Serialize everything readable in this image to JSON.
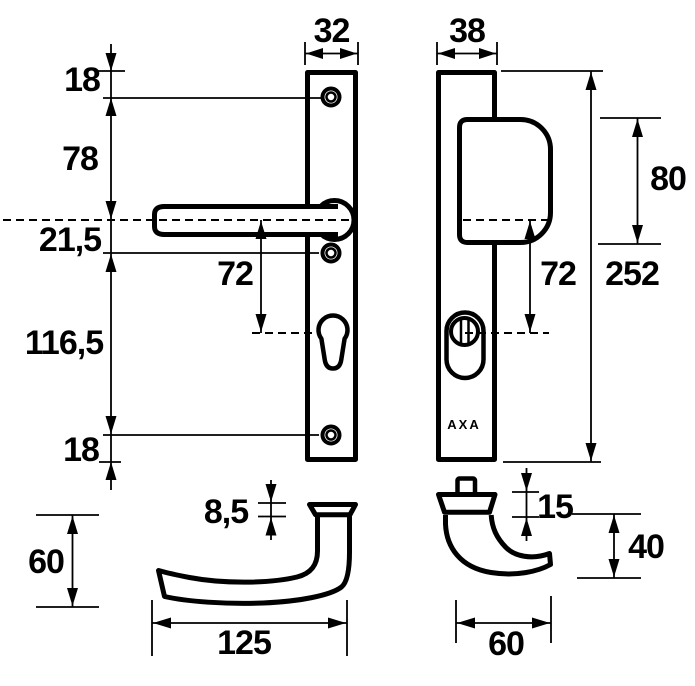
{
  "brand": "AXA",
  "dims": {
    "left_plate_width": "32",
    "right_plate_width": "38",
    "top_edge_to_screw": "18",
    "screw_to_handle": "78",
    "handle_to_screw": "21,5",
    "screw_to_screw": "116,5",
    "screw_to_bottom_edge": "18",
    "handle_to_cylinder_left": "72",
    "handle_to_cylinder_right": "72",
    "grip_height": "80",
    "plate_height": "252",
    "lever_flange_thickness": "8,5",
    "lever_side_height": "60",
    "lever_length": "125",
    "pull_base_height": "15",
    "pull_projection": "40",
    "pull_length": "60"
  }
}
